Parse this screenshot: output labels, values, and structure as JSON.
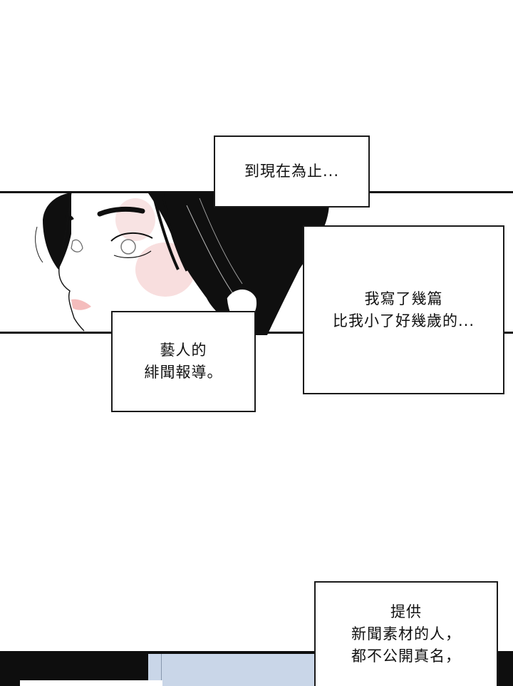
{
  "captions": {
    "cap1": {
      "lines": [
        "到現在為止..."
      ]
    },
    "cap2": {
      "lines": [
        "我寫了幾篇",
        "比我小了好幾歲的..."
      ]
    },
    "cap3": {
      "lines": [
        "藝人的",
        "緋聞報導。"
      ]
    },
    "cap4": {
      "lines": [
        "提供",
        "新聞素材的人，",
        "都不公開真名，"
      ]
    }
  },
  "colors": {
    "ink": "#111111",
    "blush": "#f7dcdc",
    "lip": "#f2b8b8",
    "sky": "#c9d6e8"
  }
}
